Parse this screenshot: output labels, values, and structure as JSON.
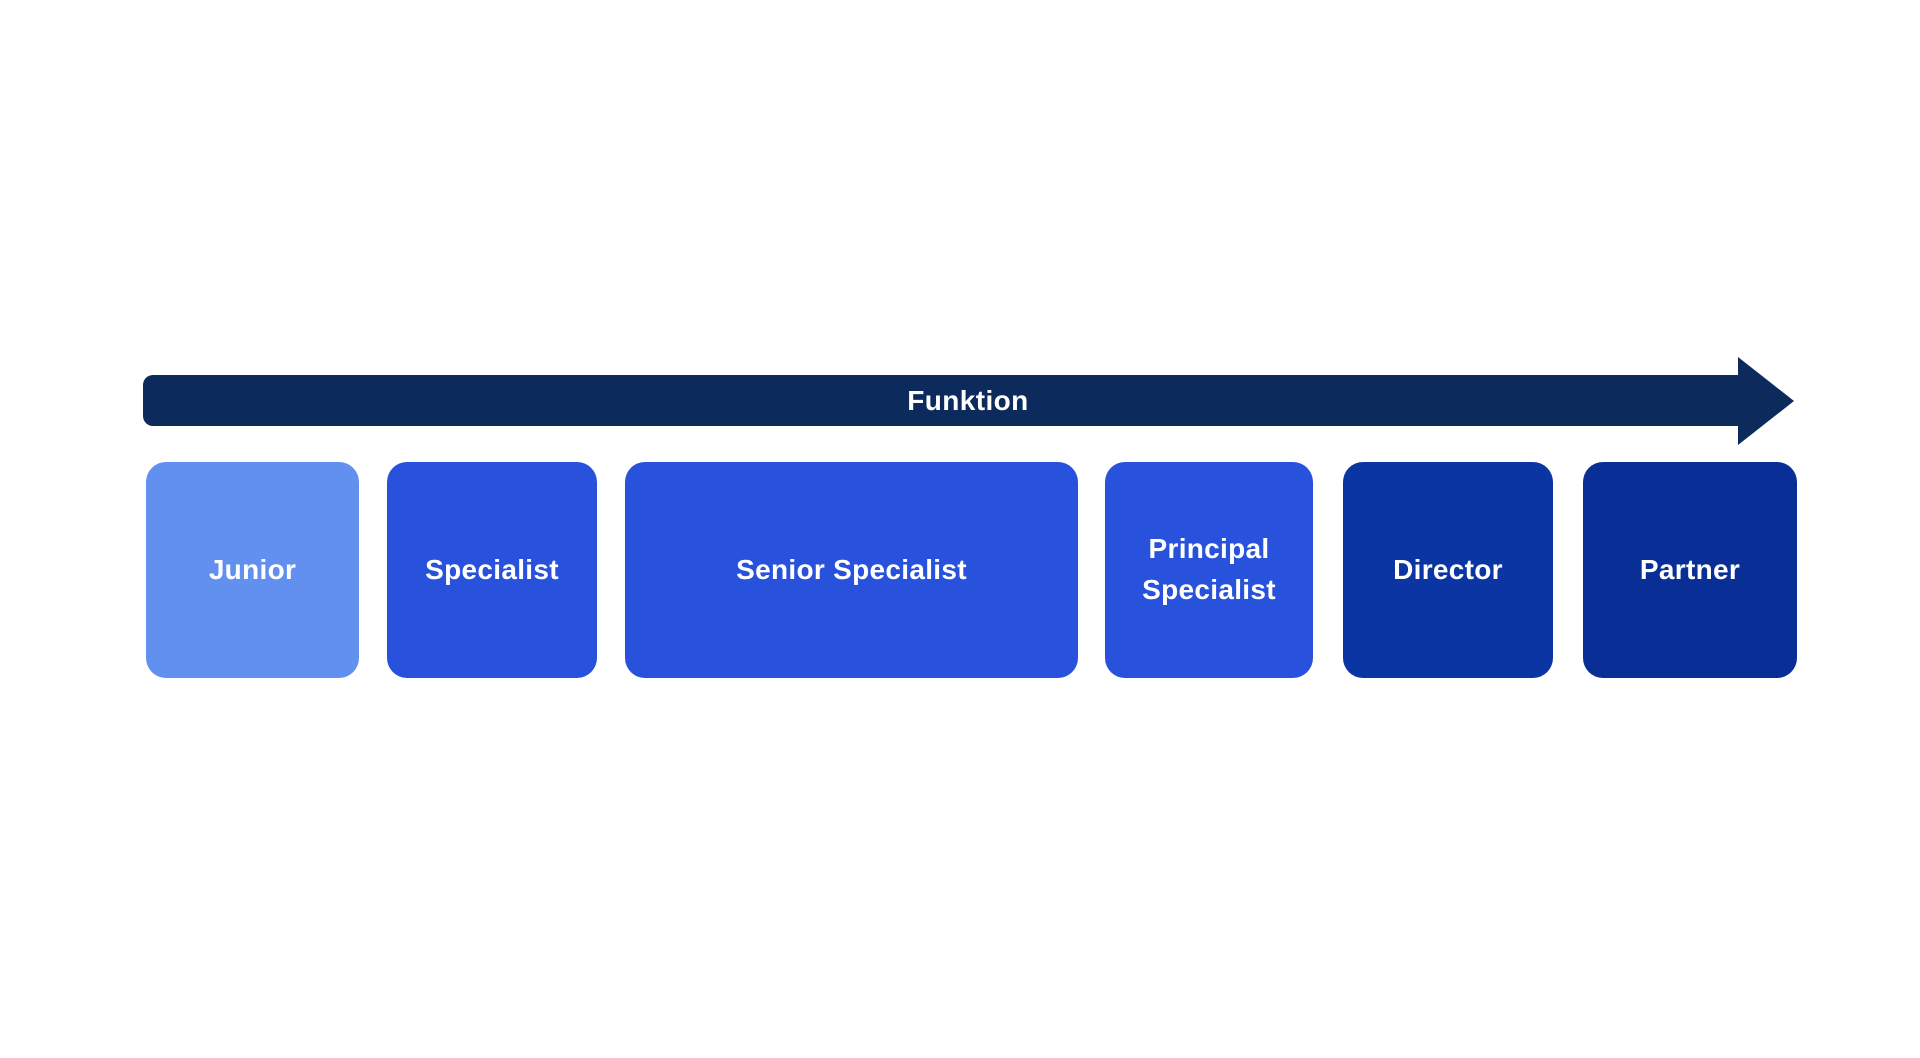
{
  "diagram": {
    "background_color": "#FFFFFF",
    "text_color": "#FFFFFF",
    "arrow": {
      "label": "Funktion",
      "color": "#0C2B5C"
    },
    "levels": [
      {
        "label": "Junior",
        "color": "#6290EE"
      },
      {
        "label": "Specialist",
        "color": "#2952DC"
      },
      {
        "label": "Senior Specialist",
        "color": "#2952DC"
      },
      {
        "label": "Principal Specialist",
        "color": "#2952DC"
      },
      {
        "label": "Director",
        "color": "#0B35A3"
      },
      {
        "label": "Partner",
        "color": "#092F96"
      }
    ]
  }
}
